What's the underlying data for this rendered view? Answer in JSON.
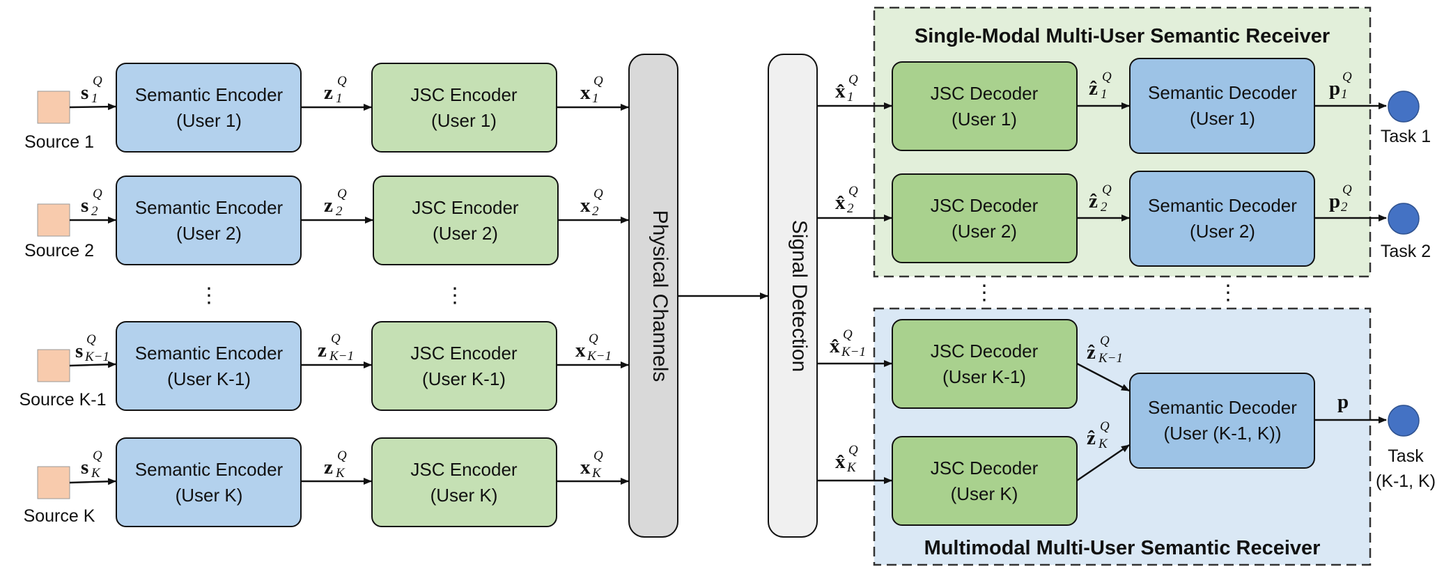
{
  "regions": {
    "single_modal_title": "Single-Modal Multi-User Semantic Receiver",
    "multimodal_title": "Multimodal Multi-User Semantic Receiver"
  },
  "channel": {
    "physical_label": "Physical Channels",
    "detection_label": "Signal Detection"
  },
  "sources": [
    "Source 1",
    "Source 2",
    "Source K-1",
    "Source K"
  ],
  "semantic_encoders": [
    {
      "line1": "Semantic Encoder",
      "line2": "(User 1)"
    },
    {
      "line1": "Semantic Encoder",
      "line2": "(User 2)"
    },
    {
      "line1": "Semantic Encoder",
      "line2": "(User K-1)"
    },
    {
      "line1": "Semantic Encoder",
      "line2": "(User K)"
    }
  ],
  "jsc_encoders": [
    {
      "line1": "JSC Encoder",
      "line2": "(User 1)"
    },
    {
      "line1": "JSC Encoder",
      "line2": "(User 2)"
    },
    {
      "line1": "JSC Encoder",
      "line2": "(User K-1)"
    },
    {
      "line1": "JSC Encoder",
      "line2": "(User K)"
    }
  ],
  "jsc_decoders": [
    {
      "line1": "JSC Decoder",
      "line2": "(User 1)"
    },
    {
      "line1": "JSC Decoder",
      "line2": "(User 2)"
    },
    {
      "line1": "JSC Decoder",
      "line2": "(User K-1)"
    },
    {
      "line1": "JSC Decoder",
      "line2": "(User K)"
    }
  ],
  "semantic_decoders": [
    {
      "line1": "Semantic Decoder",
      "line2": "(User 1)"
    },
    {
      "line1": "Semantic Decoder",
      "line2": "(User 2)"
    },
    {
      "line1": "Semantic Decoder",
      "line2": "(User (K-1, K))"
    }
  ],
  "tasks": [
    {
      "line1": "Task 1",
      "line2": ""
    },
    {
      "line1": "Task 2",
      "line2": ""
    },
    {
      "line1": "Task",
      "line2": "(K-1, K)"
    }
  ],
  "symbols": {
    "s1": {
      "base": "s",
      "sub": "1",
      "sup": "Q"
    },
    "s2": {
      "base": "s",
      "sub": "2",
      "sup": "Q"
    },
    "sK1": {
      "base": "s",
      "sub": "K−1",
      "sup": "Q"
    },
    "sK": {
      "base": "s",
      "sub": "K",
      "sup": "Q"
    },
    "z1": {
      "base": "z",
      "sub": "1",
      "sup": "Q"
    },
    "z2": {
      "base": "z",
      "sub": "2",
      "sup": "Q"
    },
    "zK1": {
      "base": "z",
      "sub": "K−1",
      "sup": "Q"
    },
    "zK": {
      "base": "z",
      "sub": "K",
      "sup": "Q"
    },
    "x1": {
      "base": "x",
      "sub": "1",
      "sup": "Q"
    },
    "x2": {
      "base": "x",
      "sub": "2",
      "sup": "Q"
    },
    "xK1": {
      "base": "x",
      "sub": "K−1",
      "sup": "Q"
    },
    "xK": {
      "base": "x",
      "sub": "K",
      "sup": "Q"
    },
    "xh1": {
      "base": "x̂",
      "sub": "1",
      "sup": "Q"
    },
    "xh2": {
      "base": "x̂",
      "sub": "2",
      "sup": "Q"
    },
    "xhK1": {
      "base": "x̂",
      "sub": "K−1",
      "sup": "Q"
    },
    "xhK": {
      "base": "x̂",
      "sub": "K",
      "sup": "Q"
    },
    "zh1": {
      "base": "ẑ",
      "sub": "1",
      "sup": "Q"
    },
    "zh2": {
      "base": "ẑ",
      "sub": "2",
      "sup": "Q"
    },
    "zhK1": {
      "base": "ẑ",
      "sub": "K−1",
      "sup": "Q"
    },
    "zhK": {
      "base": "ẑ",
      "sub": "K",
      "sup": "Q"
    },
    "p1": {
      "base": "p",
      "sub": "1",
      "sup": "Q"
    },
    "p2": {
      "base": "p",
      "sub": "2",
      "sup": "Q"
    },
    "p": {
      "base": "p",
      "sub": "",
      "sup": ""
    }
  },
  "ellipsis": "⋮",
  "colors": {
    "semantic_box": "#b3d1ed",
    "jsc_encoder_box": "#c5e0b4",
    "jsc_decoder_box": "#a9d18e",
    "semantic_decoder_box": "#9dc3e6",
    "source_square": "#f8cbad",
    "task_circle": "#4472c4",
    "channel_box": "#d9d9d9",
    "detection_box": "#f0f0f0",
    "single_region_bg": "#e2efda",
    "multi_region_bg": "#dae8f5"
  }
}
